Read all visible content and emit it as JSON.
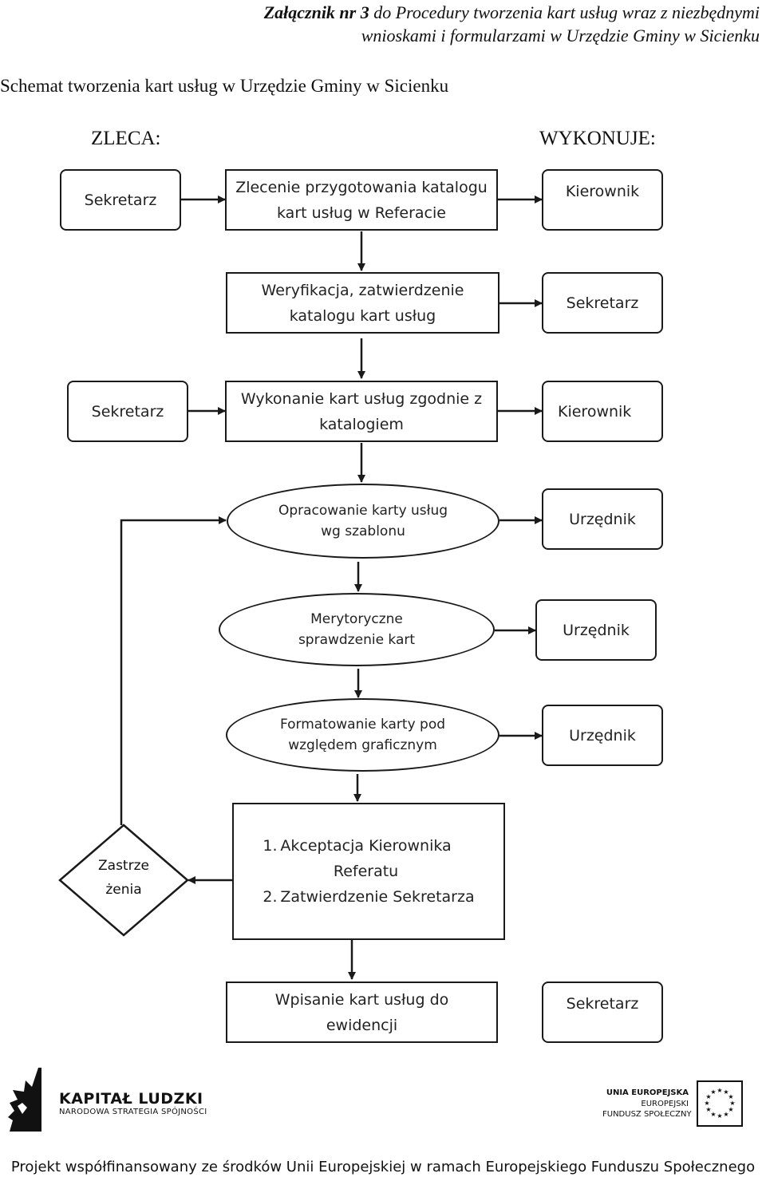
{
  "header": {
    "attachment_bold": "Załącznik nr 3",
    "attachment_rest": " do Procedury tworzenia kart usług wraz z niezbędnymi",
    "attachment_line2": "wnioskami i formularzami w Urzędzie Gminy w Sicienku",
    "title": "Schemat tworzenia kart usług w Urzędzie Gminy w Sicienku"
  },
  "columns": {
    "left": "ZLECA:",
    "right": "WYKONUJE:"
  },
  "rows": {
    "r1": {
      "orders": "Sekretarz",
      "task_line1": "Zlecenie przygotowania katalogu",
      "task_line2": "kart usług w Referacie",
      "executes": "Kierownik"
    },
    "r2": {
      "task_line1": "Weryfikacja, zatwierdzenie",
      "task_line2": "katalogu kart usług",
      "executes": "Sekretarz"
    },
    "r3": {
      "orders": "Sekretarz",
      "task_line1": "Wykonanie kart usług zgodnie z",
      "task_line2": "katalogiem",
      "executes": "Kierownik"
    },
    "r4": {
      "task_line1": "Opracowanie karty usług",
      "task_line2": "wg szablonu",
      "executes": "Urzędnik"
    },
    "r5": {
      "task_line1": "Merytoryczne",
      "task_line2": "sprawdzenie kart",
      "executes": "Urzędnik"
    },
    "r6": {
      "task_line1": "Formatowanie karty pod",
      "task_line2": "względem graficznym",
      "executes": "Urzędnik"
    },
    "r7": {
      "decision_line1": "Zastrze",
      "decision_line2": "żenia",
      "item1_num": "1.",
      "item1_line1": "Akceptacja Kierownika",
      "item1_line2": "Referatu",
      "item2_num": "2.",
      "item2_line1": "Zatwierdzenie Sekretarza"
    },
    "r8": {
      "task_line1": "Wpisanie kart usług do",
      "task_line2": "ewidencji",
      "executes": "Sekretarz"
    }
  },
  "logos": {
    "kapital_line1": "KAPITAŁ LUDZKI",
    "kapital_line2": "NARODOWA STRATEGIA SPÓJNOŚCI",
    "ue_line1": "UNIA EUROPEJSKA",
    "ue_line2": "EUROPEJSKI",
    "ue_line3": "FUNDUSZ SPOŁECZNY"
  },
  "footer": "Projekt współfinansowany ze środków Unii Europejskiej w ramach Europejskiego Funduszu Społecznego"
}
